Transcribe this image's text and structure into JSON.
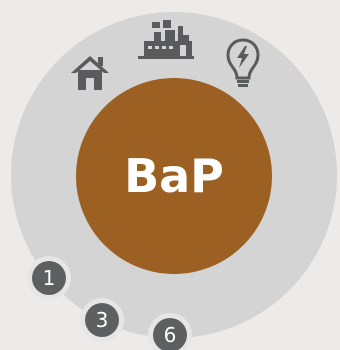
{
  "center": {
    "label": "BaP"
  },
  "icons": [
    {
      "name": "home-icon"
    },
    {
      "name": "factory-icon"
    },
    {
      "name": "lightbulb-energy-icon"
    }
  ],
  "badges": [
    {
      "label": "1"
    },
    {
      "label": "3"
    },
    {
      "label": "6"
    }
  ],
  "colors": {
    "background": "#ecebe9",
    "ring": "#d4d4d4",
    "core": "#9c6122",
    "core_text": "#ffffff",
    "icon": "#5a5b5c",
    "badge": "#5e5f61",
    "badge_border": "#e6e6e6",
    "badge_text": "#ffffff"
  }
}
